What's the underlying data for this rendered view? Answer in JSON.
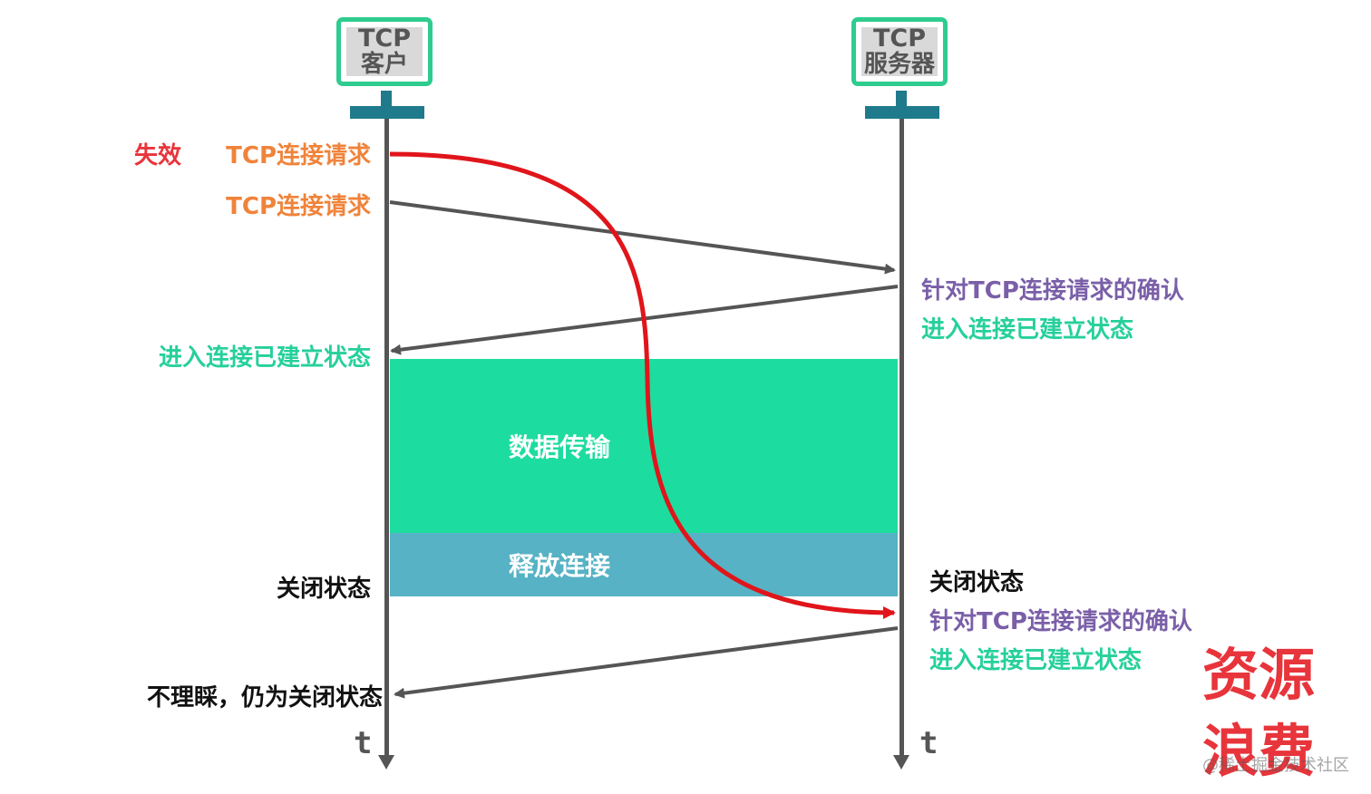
{
  "client": {
    "line1": "TCP",
    "line2": "客户",
    "time_label": "t"
  },
  "server": {
    "line1": "TCP",
    "line2": "服务器",
    "time_label": "t"
  },
  "left_labels": {
    "invalid": "失效",
    "stale_request": "TCP连接请求",
    "request": "TCP连接请求",
    "established": "进入连接已建立状态",
    "closed": "关闭状态",
    "ignore": "不理睬，仍为关闭状态"
  },
  "right_labels": {
    "ack1": "针对TCP连接请求的确认",
    "established1": "进入连接已建立状态",
    "closed": "关闭状态",
    "ack2": "针对TCP连接请求的确认",
    "established2": "进入连接已建立状态"
  },
  "bands": {
    "data_transfer": "数据传输",
    "release": "释放连接"
  },
  "stamp": {
    "line1": "资源",
    "line2": "浪费"
  },
  "watermark": "@稀土掘金技术社区",
  "colors": {
    "orange": "#f0833a",
    "red": "#e8343b",
    "green": "#26d09b",
    "purple": "#7a5fa8",
    "teal_band": "#1ddc9f",
    "blue_band": "#56b2c4",
    "arrow": "#555555",
    "stale_arrow": "#e0151b"
  }
}
